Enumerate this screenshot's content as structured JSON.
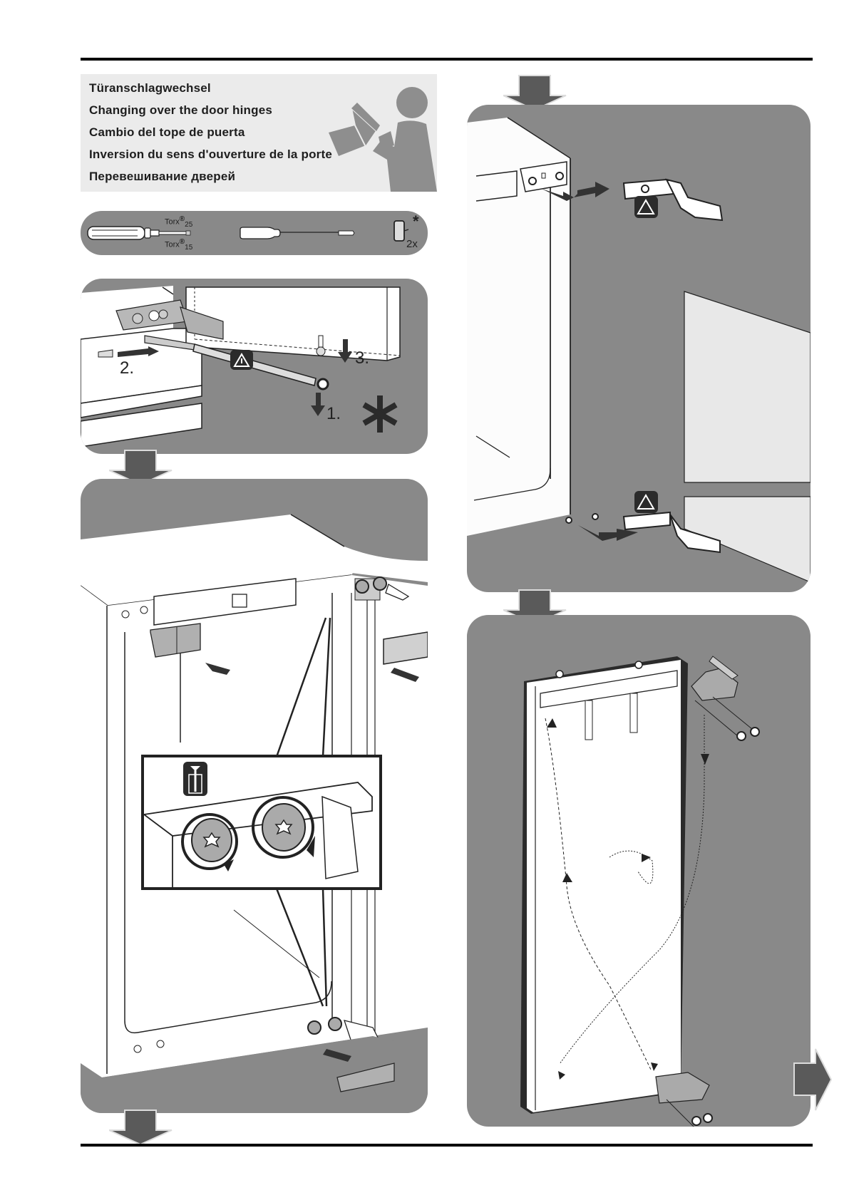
{
  "header": {
    "titles": [
      "Türanschlagwechsel",
      "Changing over the door hinges",
      "Cambio del tope de puerta",
      "Inversion du sens d'ouverture de la porte",
      "Перевешивание дверей"
    ],
    "icon": "read-manual-person-icon"
  },
  "tools": {
    "torx_screwdriver": {
      "label_top": "Torx",
      "size_top": "25",
      "label_bottom": "Torx",
      "size_bottom": "15",
      "registered_mark": "®"
    },
    "flat_screwdriver": {
      "icon": "flat-screwdriver-icon"
    },
    "cover_part": {
      "quantity": "2x",
      "asterisk": "*"
    }
  },
  "step1": {
    "labels": [
      "2.",
      "3.",
      "1."
    ],
    "asterisk": "*",
    "warning_icon": "warning-icon"
  },
  "step2": {
    "detail_icon": "screw-wall-plug-icon"
  },
  "step3": {
    "warning_icon": "warning-icon"
  },
  "step4": {
    "next_page_icon": "next-page-arrow-icon"
  },
  "colors": {
    "panel": "#898989",
    "title_box": "#ebebeb",
    "arrow": "#5a5a5a",
    "dark": "#2b2b2b"
  }
}
